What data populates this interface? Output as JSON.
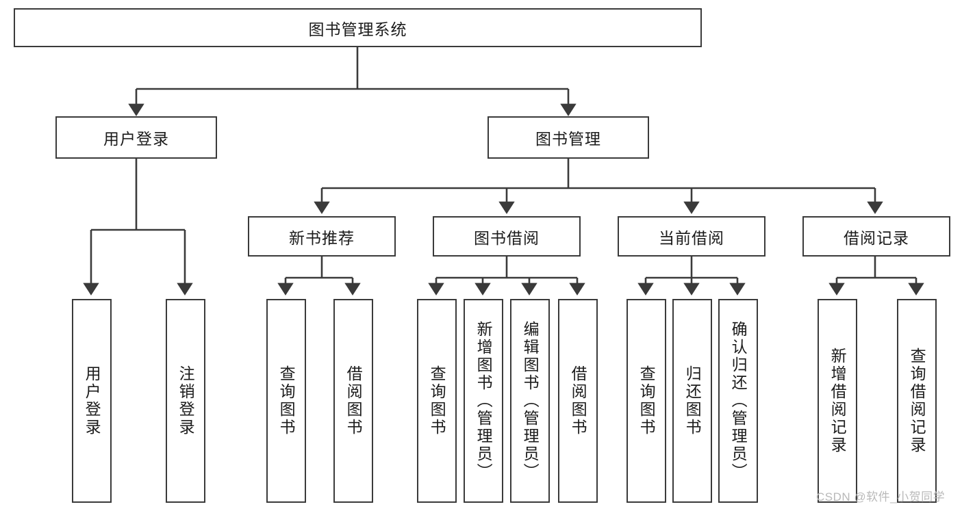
{
  "diagram": {
    "type": "tree-hierarchy",
    "title": "图书管理系统",
    "watermark": "CSDN @软件_小贺同学",
    "colors": {
      "box_border": "#3a3a3a",
      "box_fill": "#ffffff",
      "connector": "#3a3a3a",
      "text": "#1b1b1b",
      "watermark": "#b9b9b9"
    },
    "root": {
      "label": "图书管理系统"
    },
    "level2": [
      {
        "label": "用户登录"
      },
      {
        "label": "图书管理"
      }
    ],
    "level3": [
      {
        "label": "新书推荐"
      },
      {
        "label": "图书借阅"
      },
      {
        "label": "当前借阅"
      },
      {
        "label": "借阅记录"
      }
    ],
    "leaves": {
      "user_login": [
        {
          "label": "用户登录"
        },
        {
          "label": "注销登录"
        }
      ],
      "new_book_recommend": [
        {
          "label": "查询图书"
        },
        {
          "label": "借阅图书"
        }
      ],
      "book_borrow": [
        {
          "label": "查询图书"
        },
        {
          "label": "新增图书（管理员）"
        },
        {
          "label": "编辑图书（管理员）"
        },
        {
          "label": "借阅图书"
        }
      ],
      "current_borrow": [
        {
          "label": "查询图书"
        },
        {
          "label": "归还图书"
        },
        {
          "label": "确认归还（管理员）"
        }
      ],
      "borrow_record": [
        {
          "label": "新增借阅记录"
        },
        {
          "label": "查询借阅记录"
        }
      ]
    }
  }
}
